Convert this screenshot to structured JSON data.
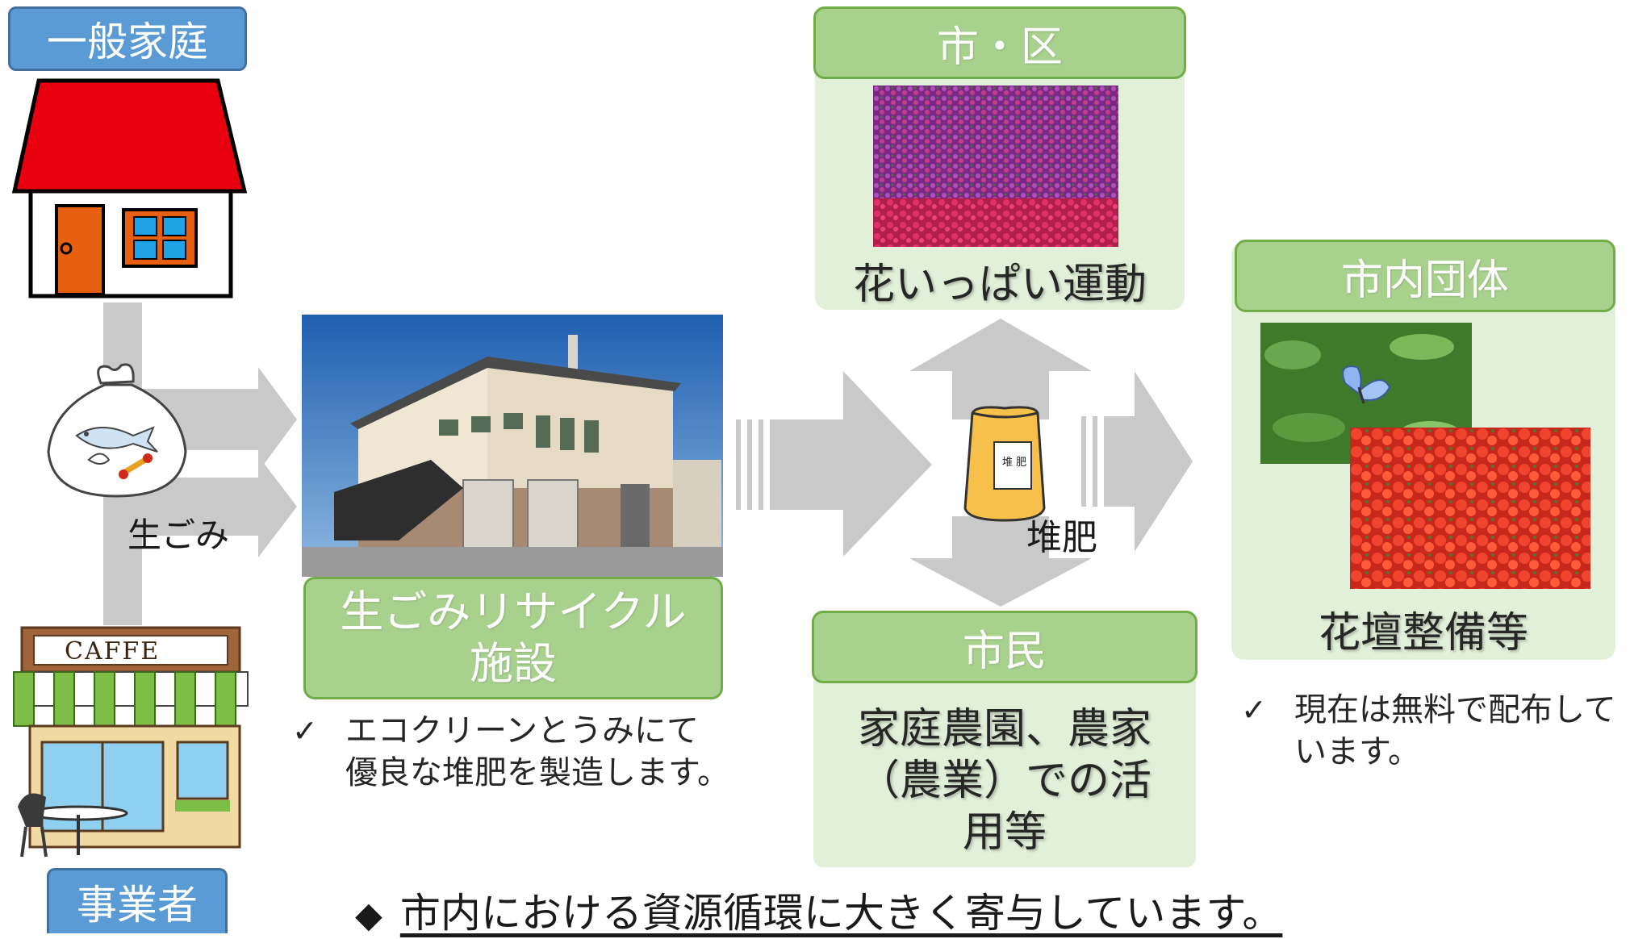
{
  "household": {
    "label": "一般家庭"
  },
  "business": {
    "label": "事業者",
    "sign_text": "CAFFE"
  },
  "food_waste": {
    "label": "生ごみ"
  },
  "facility": {
    "label_line1": "生ごみリサイクル",
    "label_line2": "施設",
    "note_line1": "エコクリーンとうみにて",
    "note_line2": "優良な堆肥を製造します。"
  },
  "compost": {
    "label": "堆肥",
    "bag_text": "堆 肥"
  },
  "city": {
    "label": "市・区",
    "caption": "花いっぱい運動"
  },
  "citizens": {
    "label": "市民",
    "line1": "家庭農園、農家",
    "line2": "（農業）での活",
    "line3": "用等"
  },
  "groups": {
    "label": "市内団体",
    "caption": "花壇整備等",
    "note_line1": "現在は無料で配布して",
    "note_line2": "います。"
  },
  "check_mark": "✓",
  "footer": {
    "bullet": "◆",
    "text": "市内における資源循環に大きく寄与しています。"
  },
  "colors": {
    "arrow": "#c9c9c9",
    "blue_label": "#5b9bd5",
    "green_label": "#a9d18e",
    "green_panel": "#e2f0d9"
  }
}
